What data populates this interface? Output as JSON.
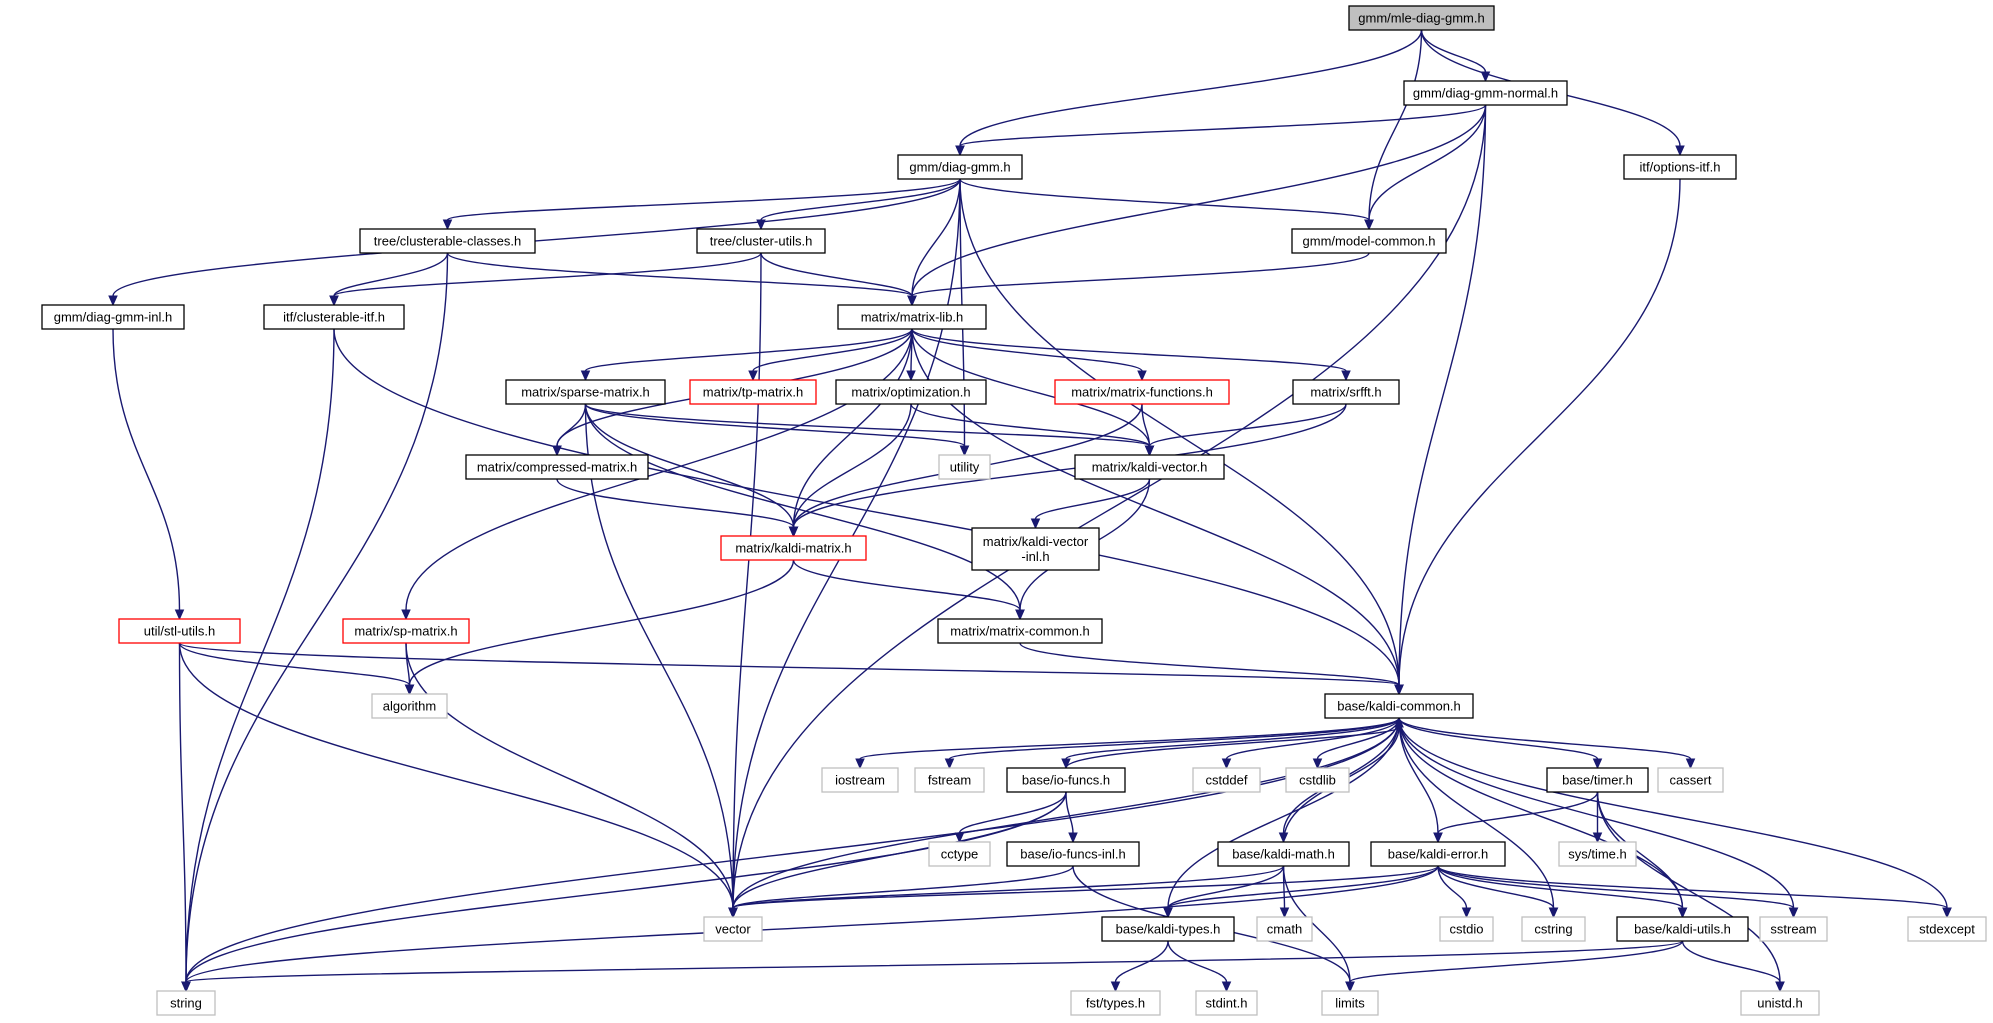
{
  "graph": {
    "edge_color": "#191970",
    "root_fill": "#bfbfbf",
    "node_border_normal": "#000000",
    "node_border_red": "#ff0000",
    "node_border_system": "#bfbfbf",
    "nodes": [
      {
        "id": "root",
        "label": "gmm/mle-diag-gmm.h",
        "kind": "root"
      },
      {
        "id": "diagnormal",
        "label": "gmm/diag-gmm-normal.h",
        "kind": "normal"
      },
      {
        "id": "optionsitf",
        "label": "itf/options-itf.h",
        "kind": "normal"
      },
      {
        "id": "diaggmm",
        "label": "gmm/diag-gmm.h",
        "kind": "normal"
      },
      {
        "id": "treeclasses",
        "label": "tree/clusterable-classes.h",
        "kind": "normal"
      },
      {
        "id": "treeutils",
        "label": "tree/cluster-utils.h",
        "kind": "normal"
      },
      {
        "id": "modelcommon",
        "label": "gmm/model-common.h",
        "kind": "normal"
      },
      {
        "id": "diaginl",
        "label": "gmm/diag-gmm-inl.h",
        "kind": "normal"
      },
      {
        "id": "clusteritf",
        "label": "itf/clusterable-itf.h",
        "kind": "normal"
      },
      {
        "id": "matrixlib",
        "label": "matrix/matrix-lib.h",
        "kind": "normal"
      },
      {
        "id": "sparse",
        "label": "matrix/sparse-matrix.h",
        "kind": "normal"
      },
      {
        "id": "tpmatrix",
        "label": "matrix/tp-matrix.h",
        "kind": "red"
      },
      {
        "id": "optimization",
        "label": "matrix/optimization.h",
        "kind": "normal"
      },
      {
        "id": "matfuncs",
        "label": "matrix/matrix-functions.h",
        "kind": "red"
      },
      {
        "id": "srfft",
        "label": "matrix/srfft.h",
        "kind": "normal"
      },
      {
        "id": "compressed",
        "label": "matrix/compressed-matrix.h",
        "kind": "normal"
      },
      {
        "id": "utility",
        "label": "utility",
        "kind": "sys"
      },
      {
        "id": "kaldivector",
        "label": "matrix/kaldi-vector.h",
        "kind": "normal"
      },
      {
        "id": "kaldivectorinl",
        "label": "matrix/kaldi-vector\n-inl.h",
        "kind": "normal"
      },
      {
        "id": "kaldimatrix",
        "label": "matrix/kaldi-matrix.h",
        "kind": "red"
      },
      {
        "id": "stlutils",
        "label": "util/stl-utils.h",
        "kind": "red"
      },
      {
        "id": "spmatrix",
        "label": "matrix/sp-matrix.h",
        "kind": "red"
      },
      {
        "id": "matrixcommon",
        "label": "matrix/matrix-common.h",
        "kind": "normal"
      },
      {
        "id": "algorithm",
        "label": "algorithm",
        "kind": "sys"
      },
      {
        "id": "kaldicommon",
        "label": "base/kaldi-common.h",
        "kind": "normal"
      },
      {
        "id": "iostream",
        "label": "iostream",
        "kind": "sys"
      },
      {
        "id": "fstream",
        "label": "fstream",
        "kind": "sys"
      },
      {
        "id": "iofuncs",
        "label": "base/io-funcs.h",
        "kind": "normal"
      },
      {
        "id": "cstddef",
        "label": "cstddef",
        "kind": "sys"
      },
      {
        "id": "cstdlib",
        "label": "cstdlib",
        "kind": "sys"
      },
      {
        "id": "timer",
        "label": "base/timer.h",
        "kind": "normal"
      },
      {
        "id": "cassert",
        "label": "cassert",
        "kind": "sys"
      },
      {
        "id": "cctype",
        "label": "cctype",
        "kind": "sys"
      },
      {
        "id": "systime",
        "label": "sys/time.h",
        "kind": "sys"
      },
      {
        "id": "iofuncsinl",
        "label": "base/io-funcs-inl.h",
        "kind": "normal"
      },
      {
        "id": "kaldimath",
        "label": "base/kaldi-math.h",
        "kind": "normal"
      },
      {
        "id": "kaldierror",
        "label": "base/kaldi-error.h",
        "kind": "normal"
      },
      {
        "id": "vector",
        "label": "vector",
        "kind": "sys"
      },
      {
        "id": "cmath",
        "label": "cmath",
        "kind": "sys"
      },
      {
        "id": "cstdio",
        "label": "cstdio",
        "kind": "sys"
      },
      {
        "id": "cstring",
        "label": "cstring",
        "kind": "sys"
      },
      {
        "id": "kaldiutils",
        "label": "base/kaldi-utils.h",
        "kind": "normal"
      },
      {
        "id": "sstream",
        "label": "sstream",
        "kind": "sys"
      },
      {
        "id": "stdexcept",
        "label": "stdexcept",
        "kind": "sys"
      },
      {
        "id": "kalditypes",
        "label": "base/kaldi-types.h",
        "kind": "normal"
      },
      {
        "id": "string",
        "label": "string",
        "kind": "sys"
      },
      {
        "id": "fsttypes",
        "label": "fst/types.h",
        "kind": "sys"
      },
      {
        "id": "stdint",
        "label": "stdint.h",
        "kind": "sys"
      },
      {
        "id": "limits",
        "label": "limits",
        "kind": "sys"
      },
      {
        "id": "unistd",
        "label": "unistd.h",
        "kind": "sys"
      }
    ],
    "edges": [
      [
        "root",
        "diaggmm"
      ],
      [
        "root",
        "diagnormal"
      ],
      [
        "root",
        "modelcommon"
      ],
      [
        "root",
        "optionsitf"
      ],
      [
        "diagnormal",
        "diaggmm"
      ],
      [
        "diagnormal",
        "modelcommon"
      ],
      [
        "diagnormal",
        "matrixlib"
      ],
      [
        "diagnormal",
        "vector"
      ],
      [
        "diagnormal",
        "kaldicommon"
      ],
      [
        "optionsitf",
        "kaldicommon"
      ],
      [
        "diaggmm",
        "diaginl"
      ],
      [
        "diaggmm",
        "treeclasses"
      ],
      [
        "diaggmm",
        "treeutils"
      ],
      [
        "diaggmm",
        "modelcommon"
      ],
      [
        "diaggmm",
        "matrixlib"
      ],
      [
        "diaggmm",
        "utility"
      ],
      [
        "diaggmm",
        "vector"
      ],
      [
        "diaggmm",
        "kaldicommon"
      ],
      [
        "treeclasses",
        "clusteritf"
      ],
      [
        "treeclasses",
        "matrixlib"
      ],
      [
        "treeclasses",
        "string"
      ],
      [
        "treeutils",
        "clusteritf"
      ],
      [
        "treeutils",
        "matrixlib"
      ],
      [
        "treeutils",
        "vector"
      ],
      [
        "modelcommon",
        "matrixlib"
      ],
      [
        "diaginl",
        "stlutils"
      ],
      [
        "clusteritf",
        "string"
      ],
      [
        "clusteritf",
        "kaldicommon"
      ],
      [
        "matrixlib",
        "sparse"
      ],
      [
        "matrixlib",
        "tpmatrix"
      ],
      [
        "matrixlib",
        "optimization"
      ],
      [
        "matrixlib",
        "matfuncs"
      ],
      [
        "matrixlib",
        "srfft"
      ],
      [
        "matrixlib",
        "compressed"
      ],
      [
        "matrixlib",
        "kaldivector"
      ],
      [
        "matrixlib",
        "kaldimatrix"
      ],
      [
        "matrixlib",
        "spmatrix"
      ],
      [
        "matrixlib",
        "kaldicommon"
      ],
      [
        "sparse",
        "compressed"
      ],
      [
        "sparse",
        "utility"
      ],
      [
        "sparse",
        "kaldivector"
      ],
      [
        "sparse",
        "kaldimatrix"
      ],
      [
        "sparse",
        "matrixcommon"
      ],
      [
        "sparse",
        "vector"
      ],
      [
        "optimization",
        "kaldivector"
      ],
      [
        "optimization",
        "kaldimatrix"
      ],
      [
        "matfuncs",
        "kaldivector"
      ],
      [
        "matfuncs",
        "kaldimatrix"
      ],
      [
        "srfft",
        "kaldivector"
      ],
      [
        "srfft",
        "kaldimatrix"
      ],
      [
        "compressed",
        "kaldimatrix"
      ],
      [
        "kaldivector",
        "kaldivectorinl"
      ],
      [
        "kaldivector",
        "matrixcommon"
      ],
      [
        "kaldimatrix",
        "matrixcommon"
      ],
      [
        "kaldimatrix",
        "algorithm"
      ],
      [
        "stlutils",
        "algorithm"
      ],
      [
        "stlutils",
        "kaldicommon"
      ],
      [
        "stlutils",
        "vector"
      ],
      [
        "stlutils",
        "string"
      ],
      [
        "spmatrix",
        "algorithm"
      ],
      [
        "spmatrix",
        "vector"
      ],
      [
        "matrixcommon",
        "kaldicommon"
      ],
      [
        "kaldicommon",
        "iostream"
      ],
      [
        "kaldicommon",
        "fstream"
      ],
      [
        "kaldicommon",
        "iofuncs"
      ],
      [
        "kaldicommon",
        "cstddef"
      ],
      [
        "kaldicommon",
        "cstdlib"
      ],
      [
        "kaldicommon",
        "timer"
      ],
      [
        "kaldicommon",
        "cassert"
      ],
      [
        "kaldicommon",
        "kaldimath"
      ],
      [
        "kaldicommon",
        "kaldierror"
      ],
      [
        "kaldicommon",
        "vector"
      ],
      [
        "kaldicommon",
        "cstring"
      ],
      [
        "kaldicommon",
        "kaldiutils"
      ],
      [
        "kaldicommon",
        "sstream"
      ],
      [
        "kaldicommon",
        "stdexcept"
      ],
      [
        "kaldicommon",
        "kalditypes"
      ],
      [
        "kaldicommon",
        "string"
      ],
      [
        "iofuncs",
        "kaldicommon"
      ],
      [
        "iofuncs",
        "cctype"
      ],
      [
        "iofuncs",
        "iofuncsinl"
      ],
      [
        "iofuncs",
        "vector"
      ],
      [
        "iofuncs",
        "string"
      ],
      [
        "timer",
        "systime"
      ],
      [
        "timer",
        "kaldierror"
      ],
      [
        "timer",
        "kaldiutils"
      ],
      [
        "timer",
        "unistd"
      ],
      [
        "iofuncsinl",
        "vector"
      ],
      [
        "iofuncsinl",
        "limits"
      ],
      [
        "kaldimath",
        "kaldicommon"
      ],
      [
        "kaldimath",
        "kalditypes"
      ],
      [
        "kaldimath",
        "cmath"
      ],
      [
        "kaldimath",
        "limits"
      ],
      [
        "kaldimath",
        "vector"
      ],
      [
        "kaldierror",
        "vector"
      ],
      [
        "kaldierror",
        "kalditypes"
      ],
      [
        "kaldierror",
        "cstdio"
      ],
      [
        "kaldierror",
        "cstring"
      ],
      [
        "kaldierror",
        "kaldiutils"
      ],
      [
        "kaldierror",
        "sstream"
      ],
      [
        "kaldierror",
        "stdexcept"
      ],
      [
        "kaldierror",
        "string"
      ],
      [
        "kaldiutils",
        "string"
      ],
      [
        "kaldiutils",
        "limits"
      ],
      [
        "kaldiutils",
        "unistd"
      ],
      [
        "kalditypes",
        "fsttypes"
      ],
      [
        "kalditypes",
        "stdint"
      ]
    ]
  }
}
